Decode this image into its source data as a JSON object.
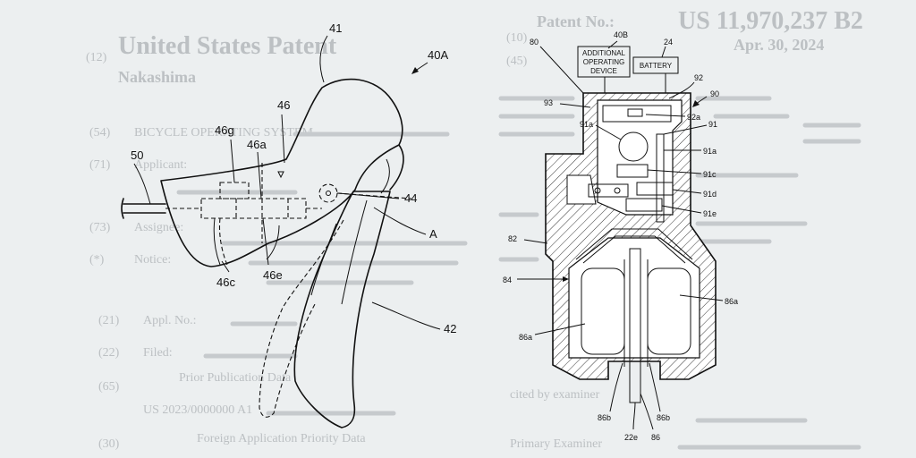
{
  "background": {
    "title": "United States Patent",
    "inventor": "Nakashima",
    "patent_no_label": "Patent No.:",
    "patent_no": "US 11,970,237 B2",
    "date": "Apr. 30, 2024",
    "line_title": "BICYCLE OPERATING SYSTEM",
    "line_applicant": "Applicant:",
    "line_assignee": "Assignee:",
    "line_notice": "Notice:",
    "line_appl": "Appl. No.:",
    "line_filed": "Filed:",
    "line_prior": "Prior Publication Data",
    "line_us": "US 2023/0000000 A1",
    "line_foreign": "Foreign Application Priority Data",
    "line_examiner": "Primary Examiner",
    "line_cited": "cited by examiner",
    "num_54": "(54)",
    "num_71": "(71)",
    "num_73": "(73)",
    "num_star": "(*)",
    "num_21": "(21)",
    "num_22": "(22)",
    "num_65": "(65)",
    "num_30": "(30)",
    "num_12": "(12)",
    "num_10": "(10)",
    "num_45": "(45)"
  },
  "left_figure": {
    "labels": {
      "l41": "41",
      "l40a": "40A",
      "l46": "46",
      "l46g": "46g",
      "l46a": "46a",
      "l50": "50",
      "l44": "44",
      "lA": "A",
      "l46c": "46c",
      "l46e": "46e",
      "l42": "42"
    }
  },
  "right_figure": {
    "boxes": {
      "additional_line1": "ADDITIONAL",
      "additional_line2": "OPERATING",
      "additional_line3": "DEVICE",
      "battery": "BATTERY"
    },
    "labels": {
      "l40b": "40B",
      "l24": "24",
      "l80": "80",
      "l92": "92",
      "l90": "90",
      "l93": "93",
      "l92a": "92a",
      "l91": "91",
      "l91a_left": "91a",
      "l91a_right": "91a",
      "l91c": "91c",
      "l91d": "91d",
      "l91e": "91e",
      "l82": "82",
      "l84": "84",
      "l86a_left": "86a",
      "l86a_right": "86a",
      "l86b_left": "86b",
      "l86b_right": "86b",
      "l22e": "22e",
      "l86": "86"
    }
  }
}
